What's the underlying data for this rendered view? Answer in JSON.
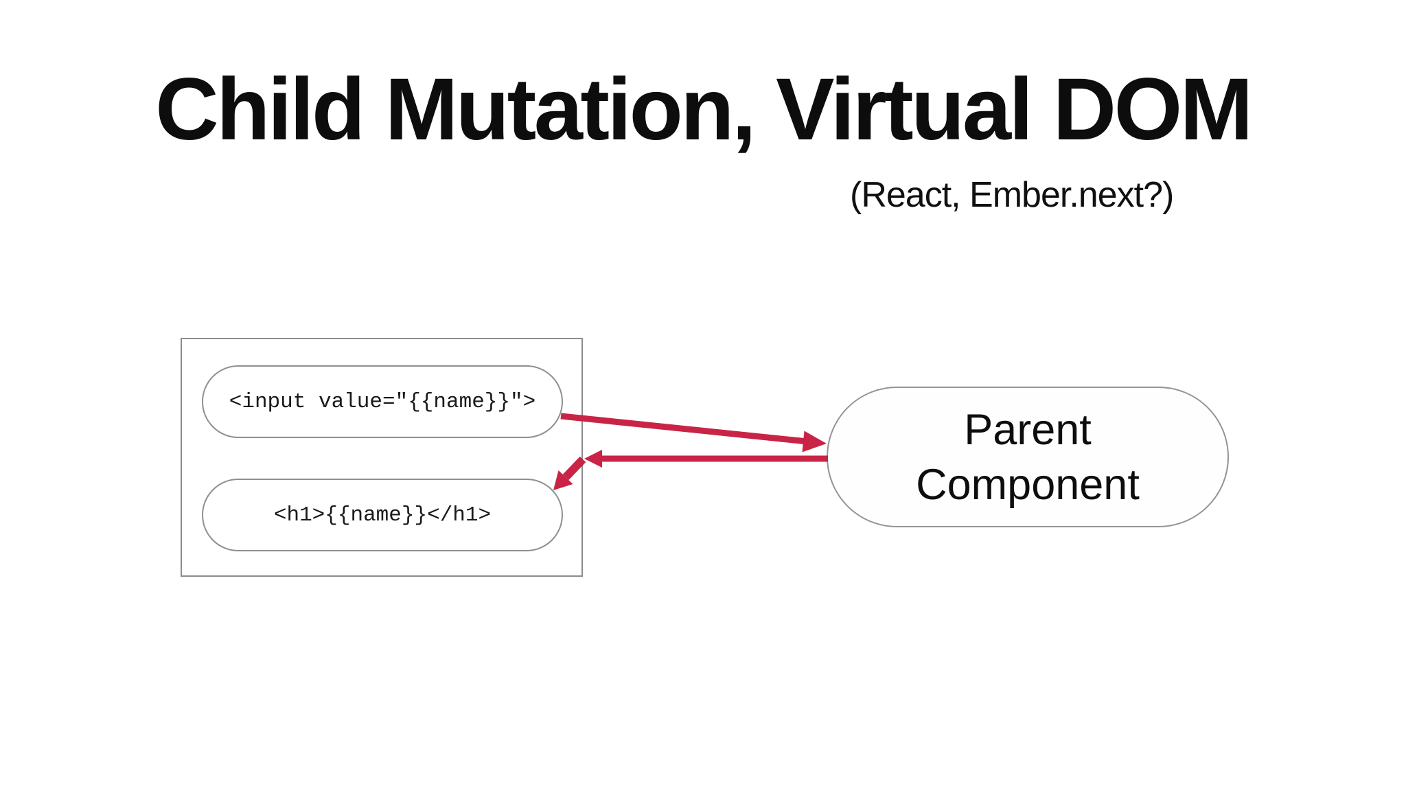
{
  "slide": {
    "title": "Child Mutation, Virtual DOM",
    "subtitle": "(React, Ember.next?)"
  },
  "diagram": {
    "child_template_box": {
      "nodes": [
        {
          "code": "<input value=\"{{name}}\">"
        },
        {
          "code": "<h1>{{name}}</h1>"
        }
      ]
    },
    "parent_component": {
      "label_line1": "Parent",
      "label_line2": "Component"
    },
    "arrows": [
      {
        "name": "template-to-parent",
        "direction": "right"
      },
      {
        "name": "parent-to-template",
        "direction": "left"
      },
      {
        "name": "bend-into-h1",
        "direction": "down-left"
      }
    ],
    "colors": {
      "arrow": "#c92445",
      "border_gray": "#8c8c8c",
      "text_black": "#0d0d0d"
    }
  }
}
